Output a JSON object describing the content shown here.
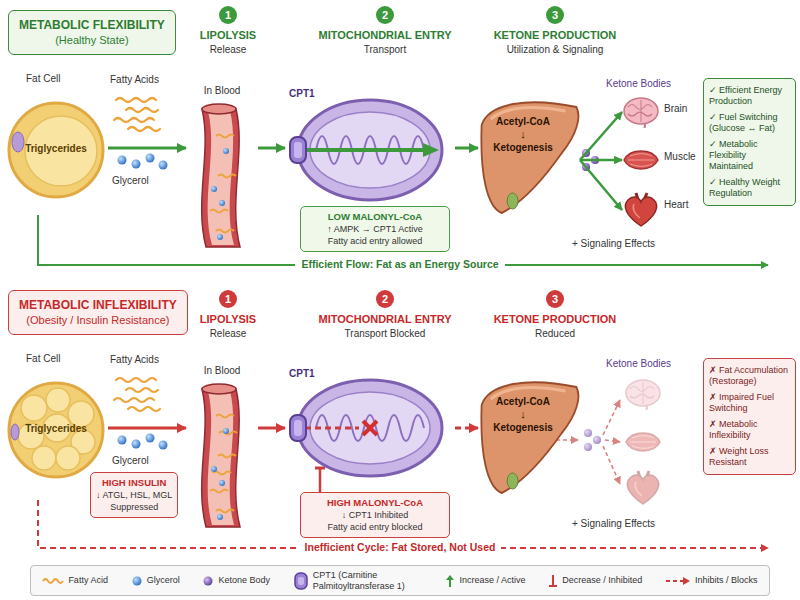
{
  "diagram": {
    "nodes": [
      {
        "text": [
          "METABOLIC FLEXIBILITY",
          "(Healthy State)"
        ]
      },
      {
        "text": [
          "Fat Cell",
          "Triglycerides"
        ]
      },
      {
        "text": [
          "In Blood"
        ]
      },
      {
        "text": [
          "CPT1"
        ]
      },
      {
        "text": [
          "LOW MALONYL-CoA",
          "↑ AMPK → CPT1 Active",
          "Fatty acid entry allowed"
        ]
      },
      {
        "text": [
          "Acetyl-CoA",
          "↓",
          "Ketogenesis"
        ]
      },
      {
        "text": [
          "Brain"
        ]
      },
      {
        "text": [
          "Muscle"
        ]
      },
      {
        "text": [
          "Heart"
        ]
      },
      {
        "text": [
          "✓ Efficient Energy Production",
          "✓ Fuel Switching (Glucose ↔ Fat)",
          "✓ Metabolic Flexibility Maintained",
          "✓ Healthy Weight Regulation"
        ]
      },
      {
        "text": [
          "METABOLIC INFLEXIBILITY",
          "(Obesity / Insulin Resistance)"
        ]
      },
      {
        "text": [
          "Fat Cell",
          "Triglycerides"
        ]
      },
      {
        "text": [
          "In Blood"
        ]
      },
      {
        "text": [
          "HIGH INSULIN",
          "↓ ATGL, HSL, MGL",
          "Suppressed"
        ]
      },
      {
        "text": [
          "CPT1"
        ]
      },
      {
        "text": [
          "HIGH MALONYL-CoA",
          "↓ CPT1 Inhibited",
          "Fatty acid entry blocked"
        ]
      },
      {
        "text": [
          "Acetyl-CoA",
          "↓",
          "Ketogenesis"
        ]
      },
      {
        "text": [
          "✗ Fat Accumulation (Restorage)",
          "✗ Impaired Fuel Switching",
          "✗ Metabolic Inflexibility",
          "✗ Weight Loss Resistant"
        ]
      }
    ],
    "edges": [
      {
        "from": 1,
        "to": 2,
        "arrow": "to"
      },
      {
        "from": 2,
        "to": 3,
        "arrow": "to"
      },
      {
        "from": 3,
        "to": 5,
        "arrow": "to"
      },
      {
        "from": 5,
        "to": 6,
        "arrow": "to"
      },
      {
        "from": 5,
        "to": 7,
        "arrow": "to"
      },
      {
        "from": 5,
        "to": 8,
        "arrow": "to"
      },
      {
        "from": 11,
        "to": 12,
        "arrow": "to"
      },
      {
        "from": 12,
        "to": 14,
        "arrow": "to"
      },
      {
        "from": 14,
        "to": 16,
        "arrow": "to"
      },
      {
        "from": 15,
        "to": 14,
        "arrow": "to"
      }
    ],
    "labels": [
      "1",
      "LIPOLYSIS",
      "Release",
      "2",
      "MITOCHONDRIAL ENTRY",
      "Transport",
      "3",
      "KETONE PRODUCTION",
      "Utilization & Signaling",
      "Fatty Acids",
      "Glycerol",
      "Ketone Bodies",
      "+ Signaling Effects",
      "Efficient Flow: Fat as an Energy Source",
      "1",
      "LIPOLYSIS",
      "Release",
      "2",
      "MITOCHONDRIAL ENTRY",
      "Transport Blocked",
      "3",
      "KETONE PRODUCTION",
      "Reduced",
      "Fatty Acids",
      "Glycerol",
      "Ketone Bodies",
      "+ Signaling Effects",
      "Inefficient Cycle: Fat Stored, Not Used"
    ],
    "legend": [
      {
        "text": "Fatty Acid"
      },
      {
        "text": "Glycerol"
      },
      {
        "text": "Ketone Body"
      },
      {
        "text": "CPT1 (Carnitine Palmitoyltransferase 1)"
      },
      {
        "text": "Increase / Active"
      },
      {
        "text": "Decrease / Inhibited"
      },
      {
        "text": "Inhibits / Blocks"
      }
    ]
  }
}
